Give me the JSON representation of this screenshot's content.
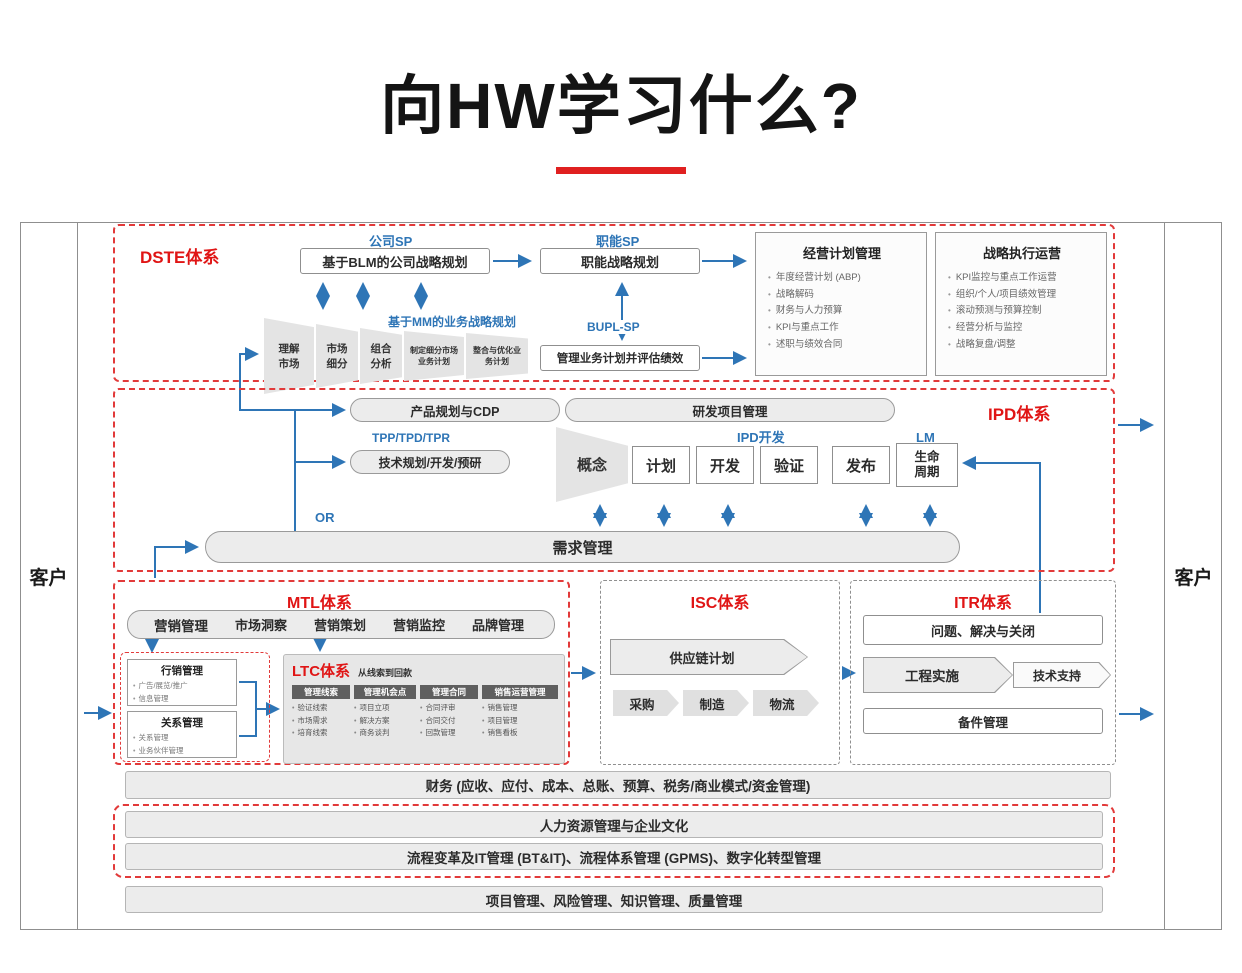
{
  "page": {
    "title": "向HW学习什么?",
    "customer_left": "客户",
    "customer_right": "客户"
  },
  "colors": {
    "accent_red": "#e01515",
    "connector_blue": "#2e75b6"
  },
  "dste": {
    "label": "DSTE体系",
    "company_sp": "公司SP",
    "blm_box": "基于BLM的公司战略规划",
    "function_sp": "职能SP",
    "function_box": "职能战略规划",
    "mm_label": "基于MM的业务战略规划",
    "bupl_sp": "BUPL-SP",
    "manage_box": "管理业务计划并评估绩效",
    "funnel": [
      "理解市场",
      "市场细分",
      "组合分析",
      "制定细分市场业务计划",
      "整合与优化业务计划"
    ],
    "plan_mgmt": {
      "title": "经营计划管理",
      "items": [
        "年度经营计划 (ABP)",
        "战略解码",
        "财务与人力预算",
        "KPI与重点工作",
        "述职与绩效合同"
      ]
    },
    "exec_ops": {
      "title": "战略执行运营",
      "items": [
        "KPI监控与重点工作运营",
        "组织/个人/项目绩效管理",
        "滚动预测与预算控制",
        "经营分析与监控",
        "战略复盘/调整"
      ]
    }
  },
  "ipd": {
    "label": "IPD体系",
    "product_cdp": "产品规划与CDP",
    "rd_project": "研发项目管理",
    "tpp": "TPP/TPD/TPR",
    "tech_box": "技术规划/开发/预研",
    "ipd_dev": "IPD开发",
    "lm": "LM",
    "or": "OR",
    "stages": [
      "概念",
      "计划",
      "开发",
      "验证",
      "发布",
      "生命周期"
    ],
    "req_mgmt": "需求管理"
  },
  "mtl": {
    "label": "MTL体系",
    "marketing_title": "营销管理",
    "marketing_items": [
      "市场洞察",
      "营销策划",
      "营销监控",
      "品牌管理"
    ],
    "field_mgmt": {
      "title": "行销管理",
      "items": [
        "广告/展览/推广",
        "信息管理"
      ]
    },
    "relation_mgmt": {
      "title": "关系管理",
      "items": [
        "关系管理",
        "业务伙伴管理"
      ]
    }
  },
  "ltc": {
    "label": "LTC体系",
    "subtitle": "从线索到回款",
    "columns": [
      {
        "header": "管理线索",
        "items": [
          "验证线索",
          "市场需求",
          "培育线索"
        ]
      },
      {
        "header": "管理机会点",
        "items": [
          "项目立项",
          "解决方案",
          "商务谈判"
        ]
      },
      {
        "header": "管理合同",
        "items": [
          "合同评审",
          "合同交付",
          "回款管理"
        ]
      },
      {
        "header": "销售运营管理",
        "items": [
          "销售管理",
          "项目管理",
          "销售看板"
        ]
      }
    ]
  },
  "isc": {
    "label": "ISC体系",
    "plan": "供应链计划",
    "chain": [
      "采购",
      "制造",
      "物流"
    ]
  },
  "itr": {
    "label": "ITR体系",
    "issue_box": "问题、解决与关闭",
    "engineering": "工程实施",
    "support": "技术支持",
    "spare": "备件管理"
  },
  "bars": {
    "finance": "财务 (应收、应付、成本、总账、预算、税务/商业模式/资金管理)",
    "hr": "人力资源管理与企业文化",
    "process": "流程变革及IT管理 (BT&IT)、流程体系管理 (GPMS)、数字化转型管理",
    "project": "项目管理、风险管理、知识管理、质量管理"
  }
}
